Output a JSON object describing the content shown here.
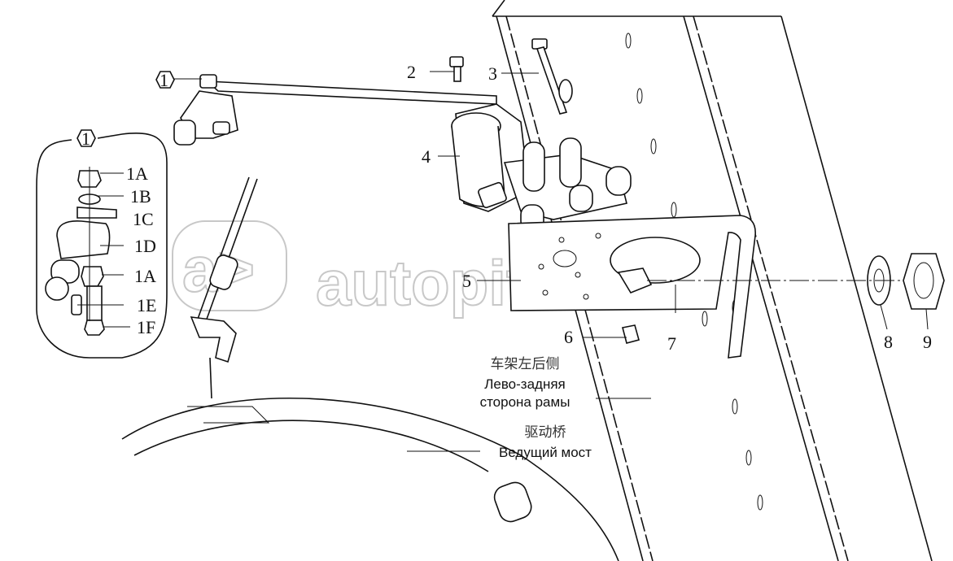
{
  "callouts": {
    "c1_top": "1",
    "c1_detail": "1",
    "p2": "2",
    "p3": "3",
    "p4": "4",
    "p5": "5",
    "p6": "6",
    "p7": "7",
    "p8": "8",
    "p9": "9",
    "d1A_top": "1A",
    "d1B": "1B",
    "d1C": "1C",
    "d1D": "1D",
    "d1A_bottom": "1A",
    "d1E": "1E",
    "d1F": "1F"
  },
  "captions": {
    "frame_cn": "车架左后侧",
    "frame_ru_line1": "Лево-задняя",
    "frame_ru_line2": "сторона рамы",
    "axle_cn": "驱动桥",
    "axle_ru": "Ведущий мост"
  },
  "watermark": {
    "logo": "a>",
    "text": "autopiter.ru"
  }
}
